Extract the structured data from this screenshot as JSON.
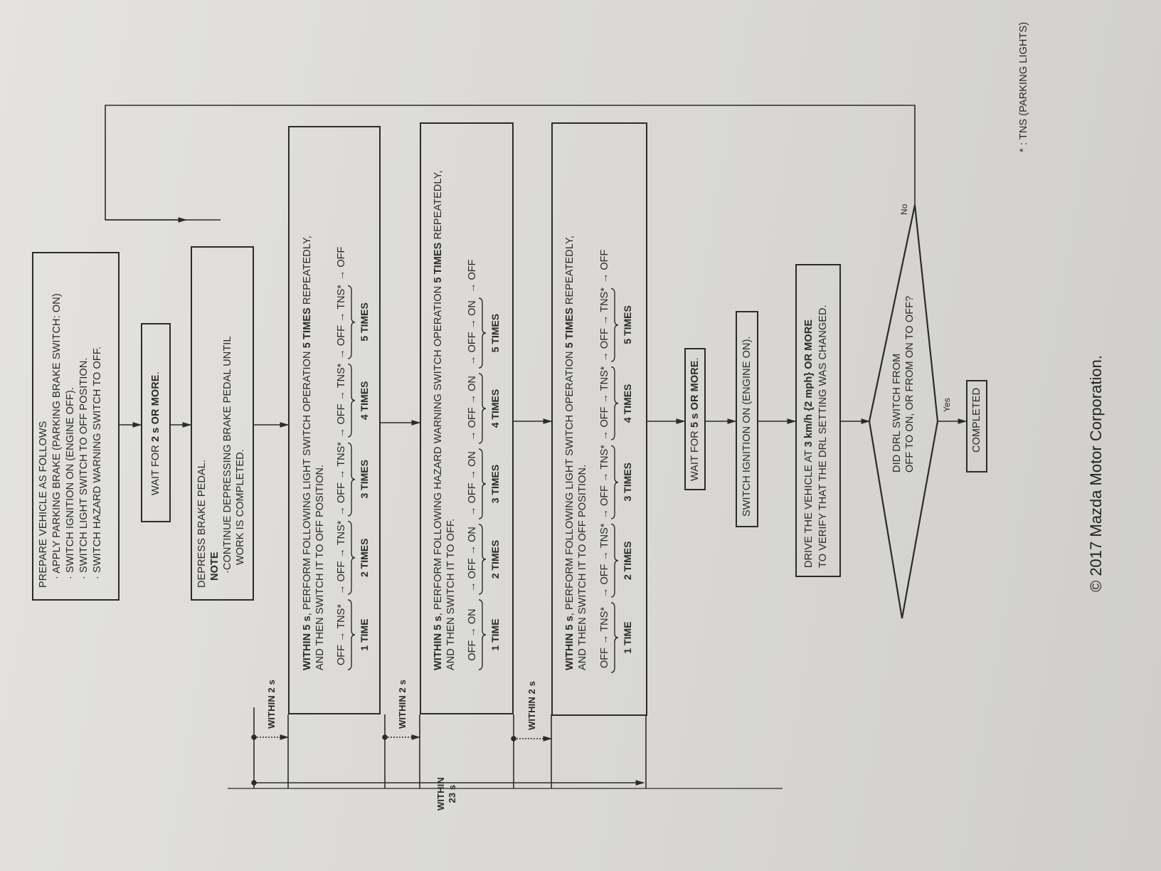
{
  "flowchart": {
    "prepare": {
      "title": "PREPARE VEHICLE AS FOLLOWS",
      "items": [
        "· APPLY PARKING BRAKE (PARKING BRAKE SWITCH: ON)",
        "· SWITCH IGNITION ON (ENGINE OFF).",
        "· SWITCH LIGHT SWITCH TO OFF POSITION.",
        "· SWITCH HAZARD WARNING SWITCH TO OFF."
      ]
    },
    "wait_2s": {
      "prefix": "WAIT FOR ",
      "bold": "2 s OR MORE",
      "suffix": "."
    },
    "depress": {
      "line1": "DEPRESS BRAKE PEDAL.",
      "note_label": "NOTE",
      "note_line1": "·CONTINUE DEPRESSING BRAKE PEDAL UNTIL",
      "note_line2": "WORK IS COMPLETED."
    },
    "step1": {
      "line1_bold": "WITHIN 5 s",
      "line1_rest": ", PERFORM FOLLOWING LIGHT SWITCH OPERATION ",
      "line1_bold2": "5 TIMES",
      "line1_end": " REPEATEDLY,",
      "line2": "AND THEN SWITCH IT TO OFF POSITION.",
      "sequence": [
        "OFF → TNS*",
        "→ OFF → TNS*",
        "→ OFF → TNS*",
        "→ OFF → TNS*",
        "→ OFF → TNS*"
      ],
      "final": "→ OFF",
      "counts": [
        "1 TIME",
        "2 TIMES",
        "3 TIMES",
        "4 TIMES",
        "5 TIMES"
      ]
    },
    "step2": {
      "line1_bold": "WITHIN 5 s",
      "line1_rest": ", PERFORM FOLLOWING HAZARD WARNING SWITCH OPERATION ",
      "line1_bold2": "5 TIMES",
      "line1_end": " REPEATEDLY,",
      "line2": "AND THEN SWITCH IT TO OFF.",
      "sequence": [
        "OFF → ON",
        "→ OFF → ON",
        "→ OFF → ON",
        "→ OFF → ON",
        "→ OFF → ON"
      ],
      "final": "→ OFF",
      "counts": [
        "1 TIME",
        "2 TIMES",
        "3 TIMES",
        "4 TIMES",
        "5 TIMES"
      ]
    },
    "step3": {
      "line1_bold": "WITHIN 5 s",
      "line1_rest": ", PERFORM FOLLOWING LIGHT SWITCH OPERATION ",
      "line1_bold2": "5 TIMES",
      "line1_end": " REPEATEDLY,",
      "line2": "AND THEN SWITCH IT TO OFF POSITION.",
      "sequence": [
        "OFF → TNS*",
        "→ OFF → TNS*",
        "→ OFF → TNS*",
        "→ OFF → TNS*",
        "→ OFF → TNS*"
      ],
      "final": "→ OFF",
      "counts": [
        "1 TIME",
        "2 TIMES",
        "3 TIMES",
        "4 TIMES",
        "5 TIMES"
      ]
    },
    "within_2s": "WITHIN 2 s",
    "within_23s_line1": "WITHIN",
    "within_23s_line2": "23 s",
    "wait_5s": {
      "prefix": "WAIT FOR ",
      "bold": "5 s OR MORE",
      "suffix": "."
    },
    "ignition": "SWITCH IGNITION ON (ENGINE ON).",
    "drive": {
      "line1_a": "DRIVE THE VEHICLE AT ",
      "line1_b": "3 km/h {2 mph} OR MORE",
      "line2": "TO VERIFY THAT THE DRL SETTING WAS CHANGED."
    },
    "decision": {
      "line1": "DID DRL SWITCH FROM",
      "line2": "OFF TO ON, OR FROM ON TO OFF?",
      "yes": "Yes",
      "no": "No"
    },
    "completed": "COMPLETED",
    "footnote": "* : TNS (PARKING LIGHTS)"
  },
  "copyright": "© 2017 Mazda Motor Corporation."
}
